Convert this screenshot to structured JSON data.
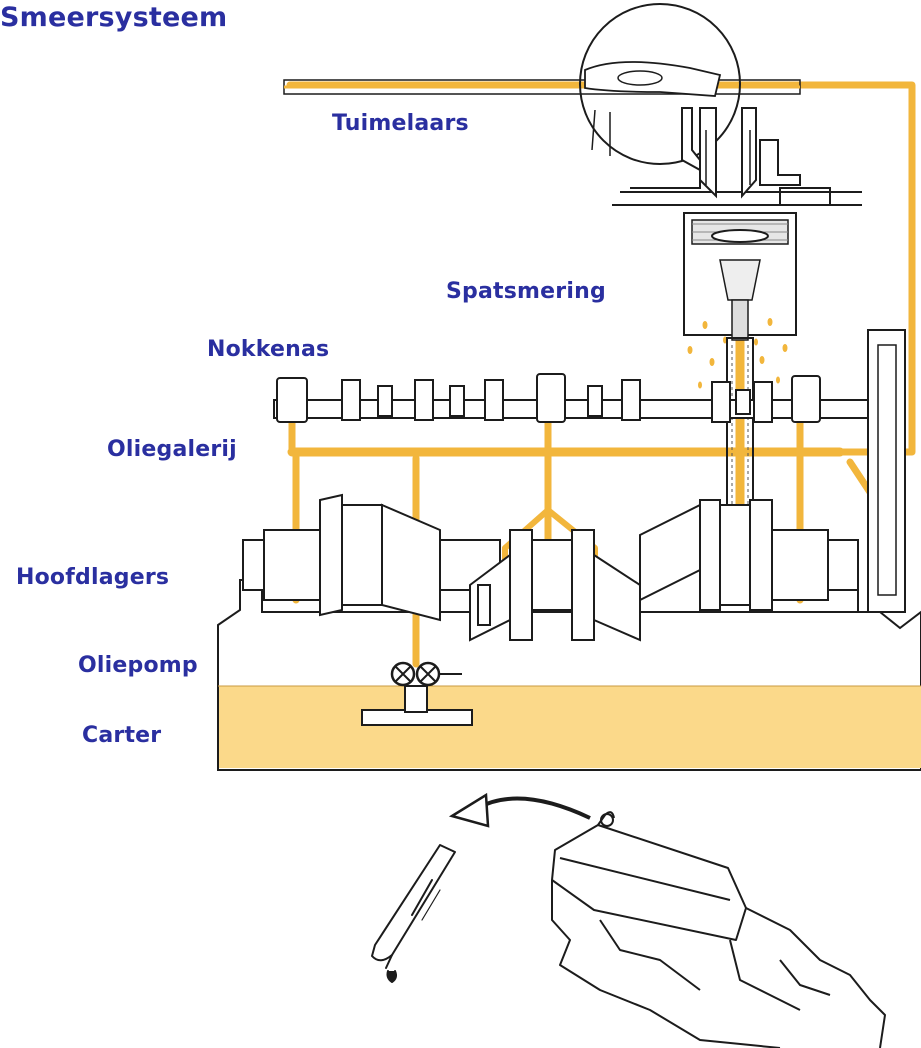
{
  "colors": {
    "oil": "#f2b63c",
    "sump_fill": "#fbd98a",
    "outline": "#1c1c1c",
    "label": "#2a2fa0",
    "part_fill": "#ffffff"
  },
  "title": "Smeersysteem",
  "labels": {
    "tuimelaars": "Tuimelaars",
    "spatsmering": "Spatsmering",
    "nokkenas": "Nokkenas",
    "oliegalerij": "Oliegalerij",
    "hoofdlagers": "Hoofdlagers",
    "oliepomp": "Oliepomp",
    "carter": "Carter"
  }
}
